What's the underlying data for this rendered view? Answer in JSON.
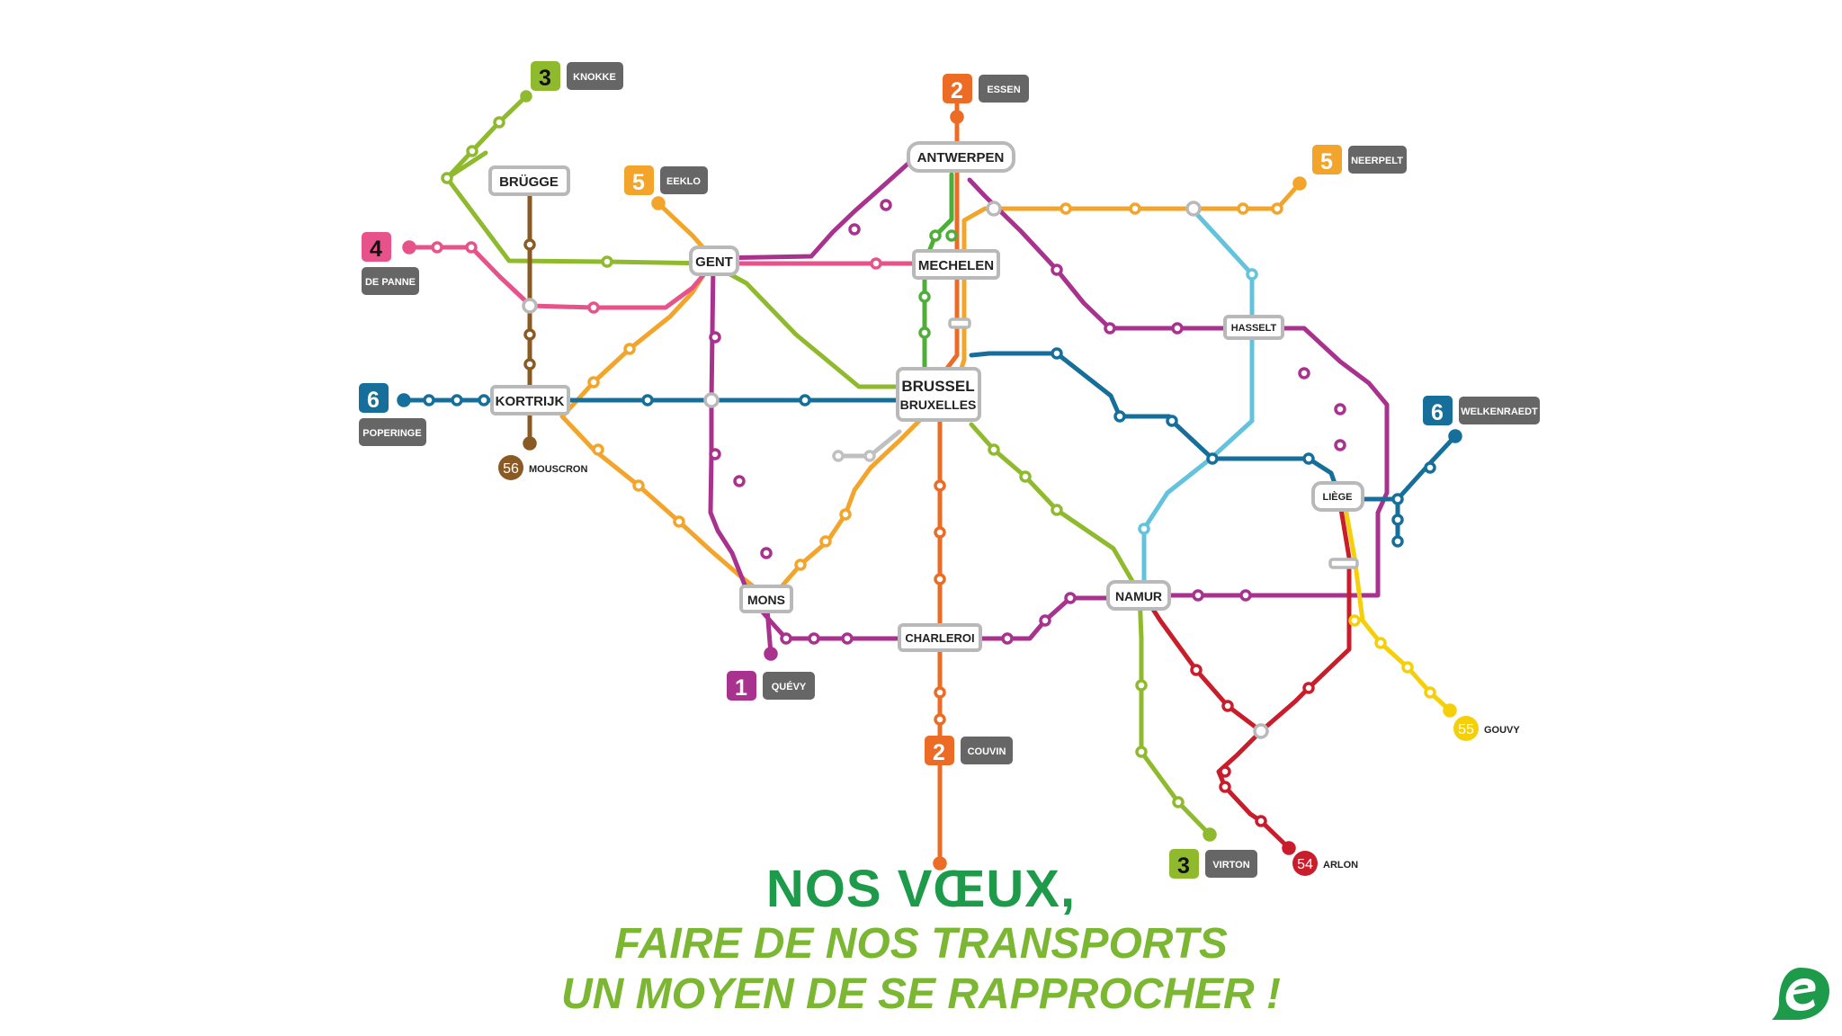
{
  "colors": {
    "line1": "#a8328e",
    "line2": "#ec6c26",
    "line3": "#90ba2e",
    "line4": "#e8528a",
    "line5": "#f3a42a",
    "line6": "#166f9b",
    "line54": "#c91d2b",
    "line55": "#f4cf0a",
    "line56": "#8a5a24",
    "green_dark": "#1e9b4a",
    "cyan": "#63c3dd",
    "station_border": "#b9b9b9",
    "label_bg": "#666666"
  },
  "stations": [
    {
      "key": "brugge",
      "name": "BRÜGGE"
    },
    {
      "key": "gent",
      "name": "GENT"
    },
    {
      "key": "antwerpen",
      "name": "ANTWERPEN"
    },
    {
      "key": "mechelen",
      "name": "MECHELEN"
    },
    {
      "key": "brussel",
      "name": "BRUSSEL",
      "name2": "BRUXELLES"
    },
    {
      "key": "hasselt",
      "name": "HASSELT"
    },
    {
      "key": "kortrijk",
      "name": "KORTRIJK"
    },
    {
      "key": "liege",
      "name": "LIÈGE"
    },
    {
      "key": "mons",
      "name": "MONS"
    },
    {
      "key": "charleroi",
      "name": "CHARLEROI"
    },
    {
      "key": "namur",
      "name": "NAMUR"
    }
  ],
  "terminals": [
    {
      "key": "knokke",
      "number": "3",
      "label": "KNOKKE",
      "color": "#90ba2e"
    },
    {
      "key": "essen",
      "number": "2",
      "label": "ESSEN",
      "color": "#ec6c26"
    },
    {
      "key": "eeklo",
      "number": "5",
      "label": "EEKLO",
      "color": "#f3a42a"
    },
    {
      "key": "neerpelt",
      "number": "5",
      "label": "NEERPELT",
      "color": "#f3a42a"
    },
    {
      "key": "depanne",
      "number": "4",
      "label": "DE PANNE",
      "color": "#e8528a"
    },
    {
      "key": "poperinge",
      "number": "6",
      "label": "POPERINGE",
      "color": "#166f9b"
    },
    {
      "key": "welkenraedt",
      "number": "6",
      "label": "WELKENRAEDT",
      "color": "#166f9b"
    },
    {
      "key": "quevy",
      "number": "1",
      "label": "QUÉVY",
      "color": "#a8328e"
    },
    {
      "key": "couvin",
      "number": "2",
      "label": "COUVIN",
      "color": "#ec6c26"
    },
    {
      "key": "virton",
      "number": "3",
      "label": "VIRTON",
      "color": "#90ba2e"
    }
  ],
  "small_terminals": [
    {
      "key": "mouscron",
      "number": "56",
      "label": "MOUSCRON",
      "color": "#8a5a24"
    },
    {
      "key": "gouvy",
      "number": "55",
      "label": "GOUVY",
      "color": "#f4cf0a"
    },
    {
      "key": "arlon",
      "number": "54",
      "label": "ARLON",
      "color": "#c91d2b"
    }
  ],
  "headline": {
    "line1": "NOS VŒUX,",
    "line2": "FAIRE DE NOS TRANSPORTS",
    "line3": "UN MOYEN DE SE RAPPROCHER !"
  },
  "logo_icon": "e-logo-icon"
}
